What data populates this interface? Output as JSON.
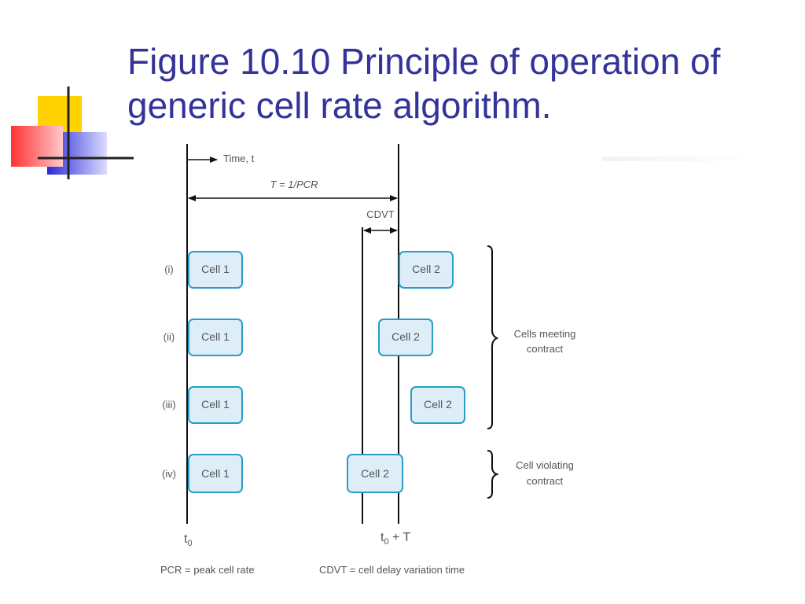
{
  "slide": {
    "title_line1": "Figure 10.10 Principle of operation of",
    "title_line2": "generic cell rate algorithm.",
    "title_color": "#333399"
  },
  "diagram": {
    "time_label": "Time, t",
    "t_label": "T = 1/PCR",
    "cdvt_label": "CDVT",
    "rows": [
      {
        "label": "(i)",
        "cell1": "Cell 1",
        "cell2": "Cell 2"
      },
      {
        "label": "(ii)",
        "cell1": "Cell 1",
        "cell2": "Cell 2"
      },
      {
        "label": "(iii)",
        "cell1": "Cell 1",
        "cell2": "Cell 2"
      },
      {
        "label": "(iv)",
        "cell1": "Cell 1",
        "cell2": "Cell 2"
      }
    ],
    "meeting_line1": "Cells meeting",
    "meeting_line2": "contract",
    "violating_line1": "Cell violating",
    "violating_line2": "contract",
    "t0_label": "t",
    "t0_sub": "0",
    "t0T_prefix": "t",
    "t0T_sub": "0",
    "t0T_suffix": " + T",
    "pcr_def": "PCR = peak cell rate",
    "cdvt_def": "CDVT = cell delay variation time",
    "cell_fill": "#ddeef8",
    "cell_stroke": "#2a9cc8"
  }
}
